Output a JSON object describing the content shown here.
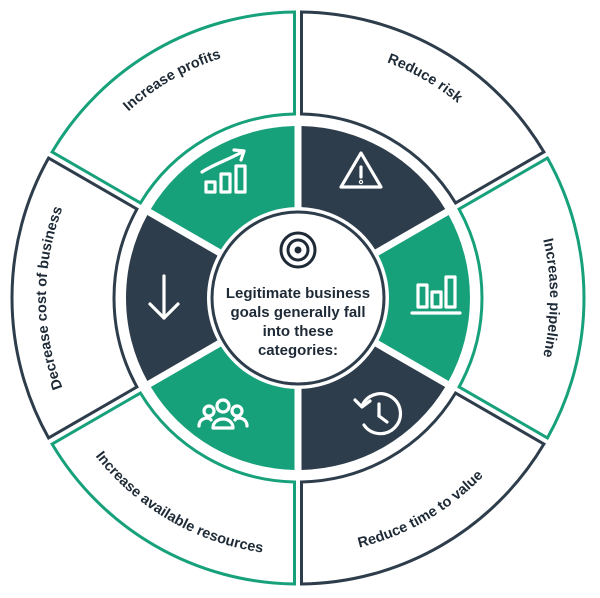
{
  "center": {
    "lines": [
      "Legitimate business",
      "goals generally fall",
      "into these",
      "categories:"
    ],
    "icon": "target-icon"
  },
  "colors": {
    "green": "#17a17b",
    "navy": "#2e3d4b",
    "outline_green": "#17a17b",
    "outline_navy": "#2e3d4b",
    "text": "#1e2a36"
  },
  "segments": [
    {
      "id": "increase-profits",
      "label": "Increase profits",
      "icon": "growth-chart-icon",
      "inner_color": "green",
      "outline_color": "green"
    },
    {
      "id": "reduce-risk",
      "label": "Reduce risk",
      "icon": "warning-icon",
      "inner_color": "navy",
      "outline_color": "navy"
    },
    {
      "id": "increase-pipeline",
      "label": "Increase pipeline",
      "icon": "bar-chart-icon",
      "inner_color": "green",
      "outline_color": "green"
    },
    {
      "id": "reduce-time-to-value",
      "label": "Reduce time to value",
      "icon": "history-clock-icon",
      "inner_color": "navy",
      "outline_color": "navy"
    },
    {
      "id": "increase-available-resources",
      "label": "Increase available resources",
      "icon": "team-icon",
      "inner_color": "green",
      "outline_color": "green"
    },
    {
      "id": "decrease-cost-of-business",
      "label": "Decrease cost of business",
      "icon": "arrow-down-icon",
      "inner_color": "navy",
      "outline_color": "navy"
    }
  ]
}
